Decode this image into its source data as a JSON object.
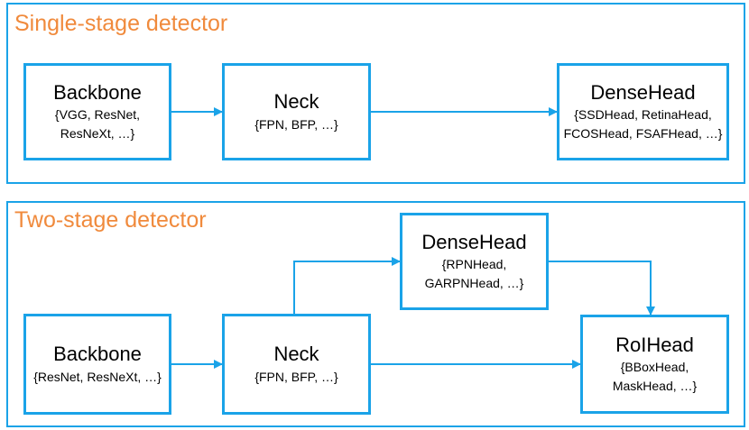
{
  "colors": {
    "frame": "#1aa3e8",
    "title_accent": "#f08a3c",
    "text": "#000000"
  },
  "single_stage": {
    "title": "Single-stage detector",
    "backbone": {
      "title": "Backbone",
      "sub": [
        "{VGG, ResNet,",
        "ResNeXt, …}"
      ]
    },
    "neck": {
      "title": "Neck",
      "sub": [
        "{FPN, BFP, …}"
      ]
    },
    "dense_head": {
      "title": "DenseHead",
      "sub": [
        "{SSDHead, RetinaHead,",
        "FCOSHead, FSAFHead, …}"
      ]
    }
  },
  "two_stage": {
    "title": "Two-stage detector",
    "backbone": {
      "title": "Backbone",
      "sub": [
        "{ResNet, ResNeXt, …}"
      ]
    },
    "neck": {
      "title": "Neck",
      "sub": [
        "{FPN, BFP, …}"
      ]
    },
    "dense_head": {
      "title": "DenseHead",
      "sub": [
        "{RPNHead,",
        "GARPNHead, …}"
      ]
    },
    "roi_head": {
      "title": "RoIHead",
      "sub": [
        "{BBoxHead,",
        "MaskHead, …}"
      ]
    }
  }
}
